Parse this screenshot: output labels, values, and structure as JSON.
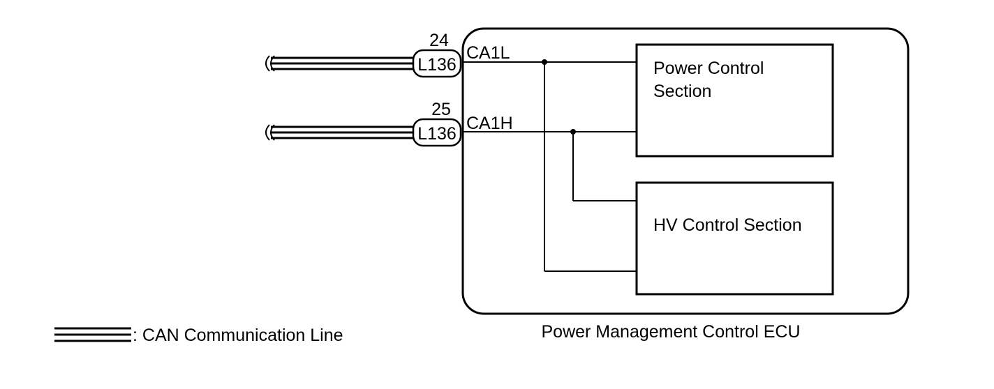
{
  "ecu": {
    "label": "Power Management Control ECU",
    "sections": {
      "power": {
        "line1": "Power Control",
        "line2": "Section"
      },
      "hv": {
        "label": "HV Control Section"
      }
    }
  },
  "connectors": [
    {
      "pin": "24",
      "connector": "L136",
      "terminal": "CA1L"
    },
    {
      "pin": "25",
      "connector": "L136",
      "terminal": "CA1H"
    }
  ],
  "legend": {
    "label": ": CAN Communication Line"
  },
  "colors": {
    "line": "#000000",
    "background": "#ffffff"
  }
}
